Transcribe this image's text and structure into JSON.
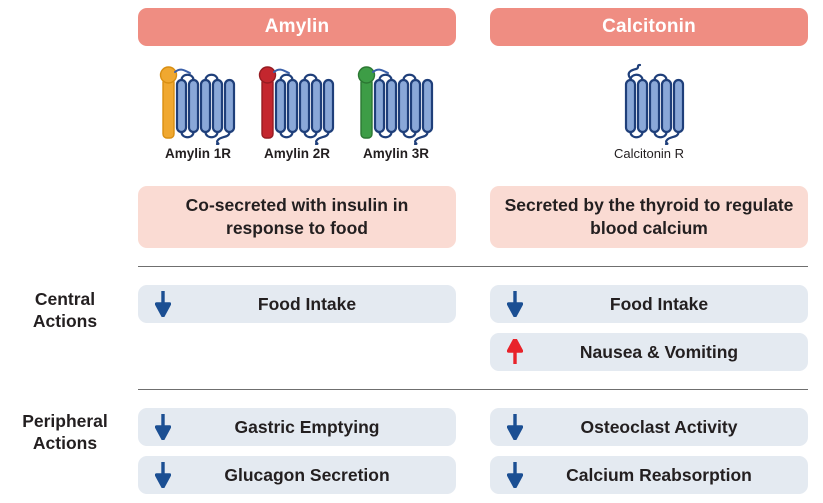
{
  "colors": {
    "header_bg": "#ef8d82",
    "header_text": "#ffffff",
    "desc_bg": "#fadbd3",
    "action_bg": "#e4eaf1",
    "arrow_down": "#1b4f93",
    "arrow_up": "#e8232a",
    "helix_fill": "#8aa8d8",
    "helix_stroke": "#1f3f7a",
    "ramp_amylin1": "#f0a830",
    "ramp_amylin2": "#c4262e",
    "ramp_amylin3": "#3d9d46",
    "divider": "#6f6f6f",
    "text": "#231f20"
  },
  "columns": {
    "amylin": {
      "title": "Amylin",
      "description": "Co-secreted with insulin in response to food",
      "receptors": [
        {
          "label": "Amylin 1R",
          "ramp": "ramp_amylin1",
          "icon": "gpcr-receptor-icon"
        },
        {
          "label": "Amylin 2R",
          "ramp": "ramp_amylin2",
          "icon": "gpcr-receptor-icon"
        },
        {
          "label": "Amylin 3R",
          "ramp": "ramp_amylin3",
          "icon": "gpcr-receptor-icon"
        }
      ],
      "central_actions": [
        {
          "direction": "down",
          "label": "Food Intake",
          "icon": "arrow-down-icon"
        }
      ],
      "peripheral_actions": [
        {
          "direction": "down",
          "label": "Gastric Emptying",
          "icon": "arrow-down-icon"
        },
        {
          "direction": "down",
          "label": "Glucagon Secretion",
          "icon": "arrow-down-icon"
        }
      ]
    },
    "calcitonin": {
      "title": "Calcitonin",
      "description": "Secreted by the thyroid to regulate blood calcium",
      "receptors": [
        {
          "label": "Calcitonin R",
          "ramp": null,
          "icon": "gpcr-receptor-icon"
        }
      ],
      "central_actions": [
        {
          "direction": "down",
          "label": "Food Intake",
          "icon": "arrow-down-icon"
        },
        {
          "direction": "up",
          "label": "Nausea & Vomiting",
          "icon": "arrow-up-icon"
        }
      ],
      "peripheral_actions": [
        {
          "direction": "down",
          "label": "Osteoclast Activity",
          "icon": "arrow-down-icon"
        },
        {
          "direction": "down",
          "label": "Calcium Reabsorption",
          "icon": "arrow-down-icon"
        }
      ]
    }
  },
  "sections": {
    "central": "Central\nActions",
    "central_line1": "Central",
    "central_line2": "Actions",
    "peripheral_line1": "Peripheral",
    "peripheral_line2": "Actions"
  }
}
